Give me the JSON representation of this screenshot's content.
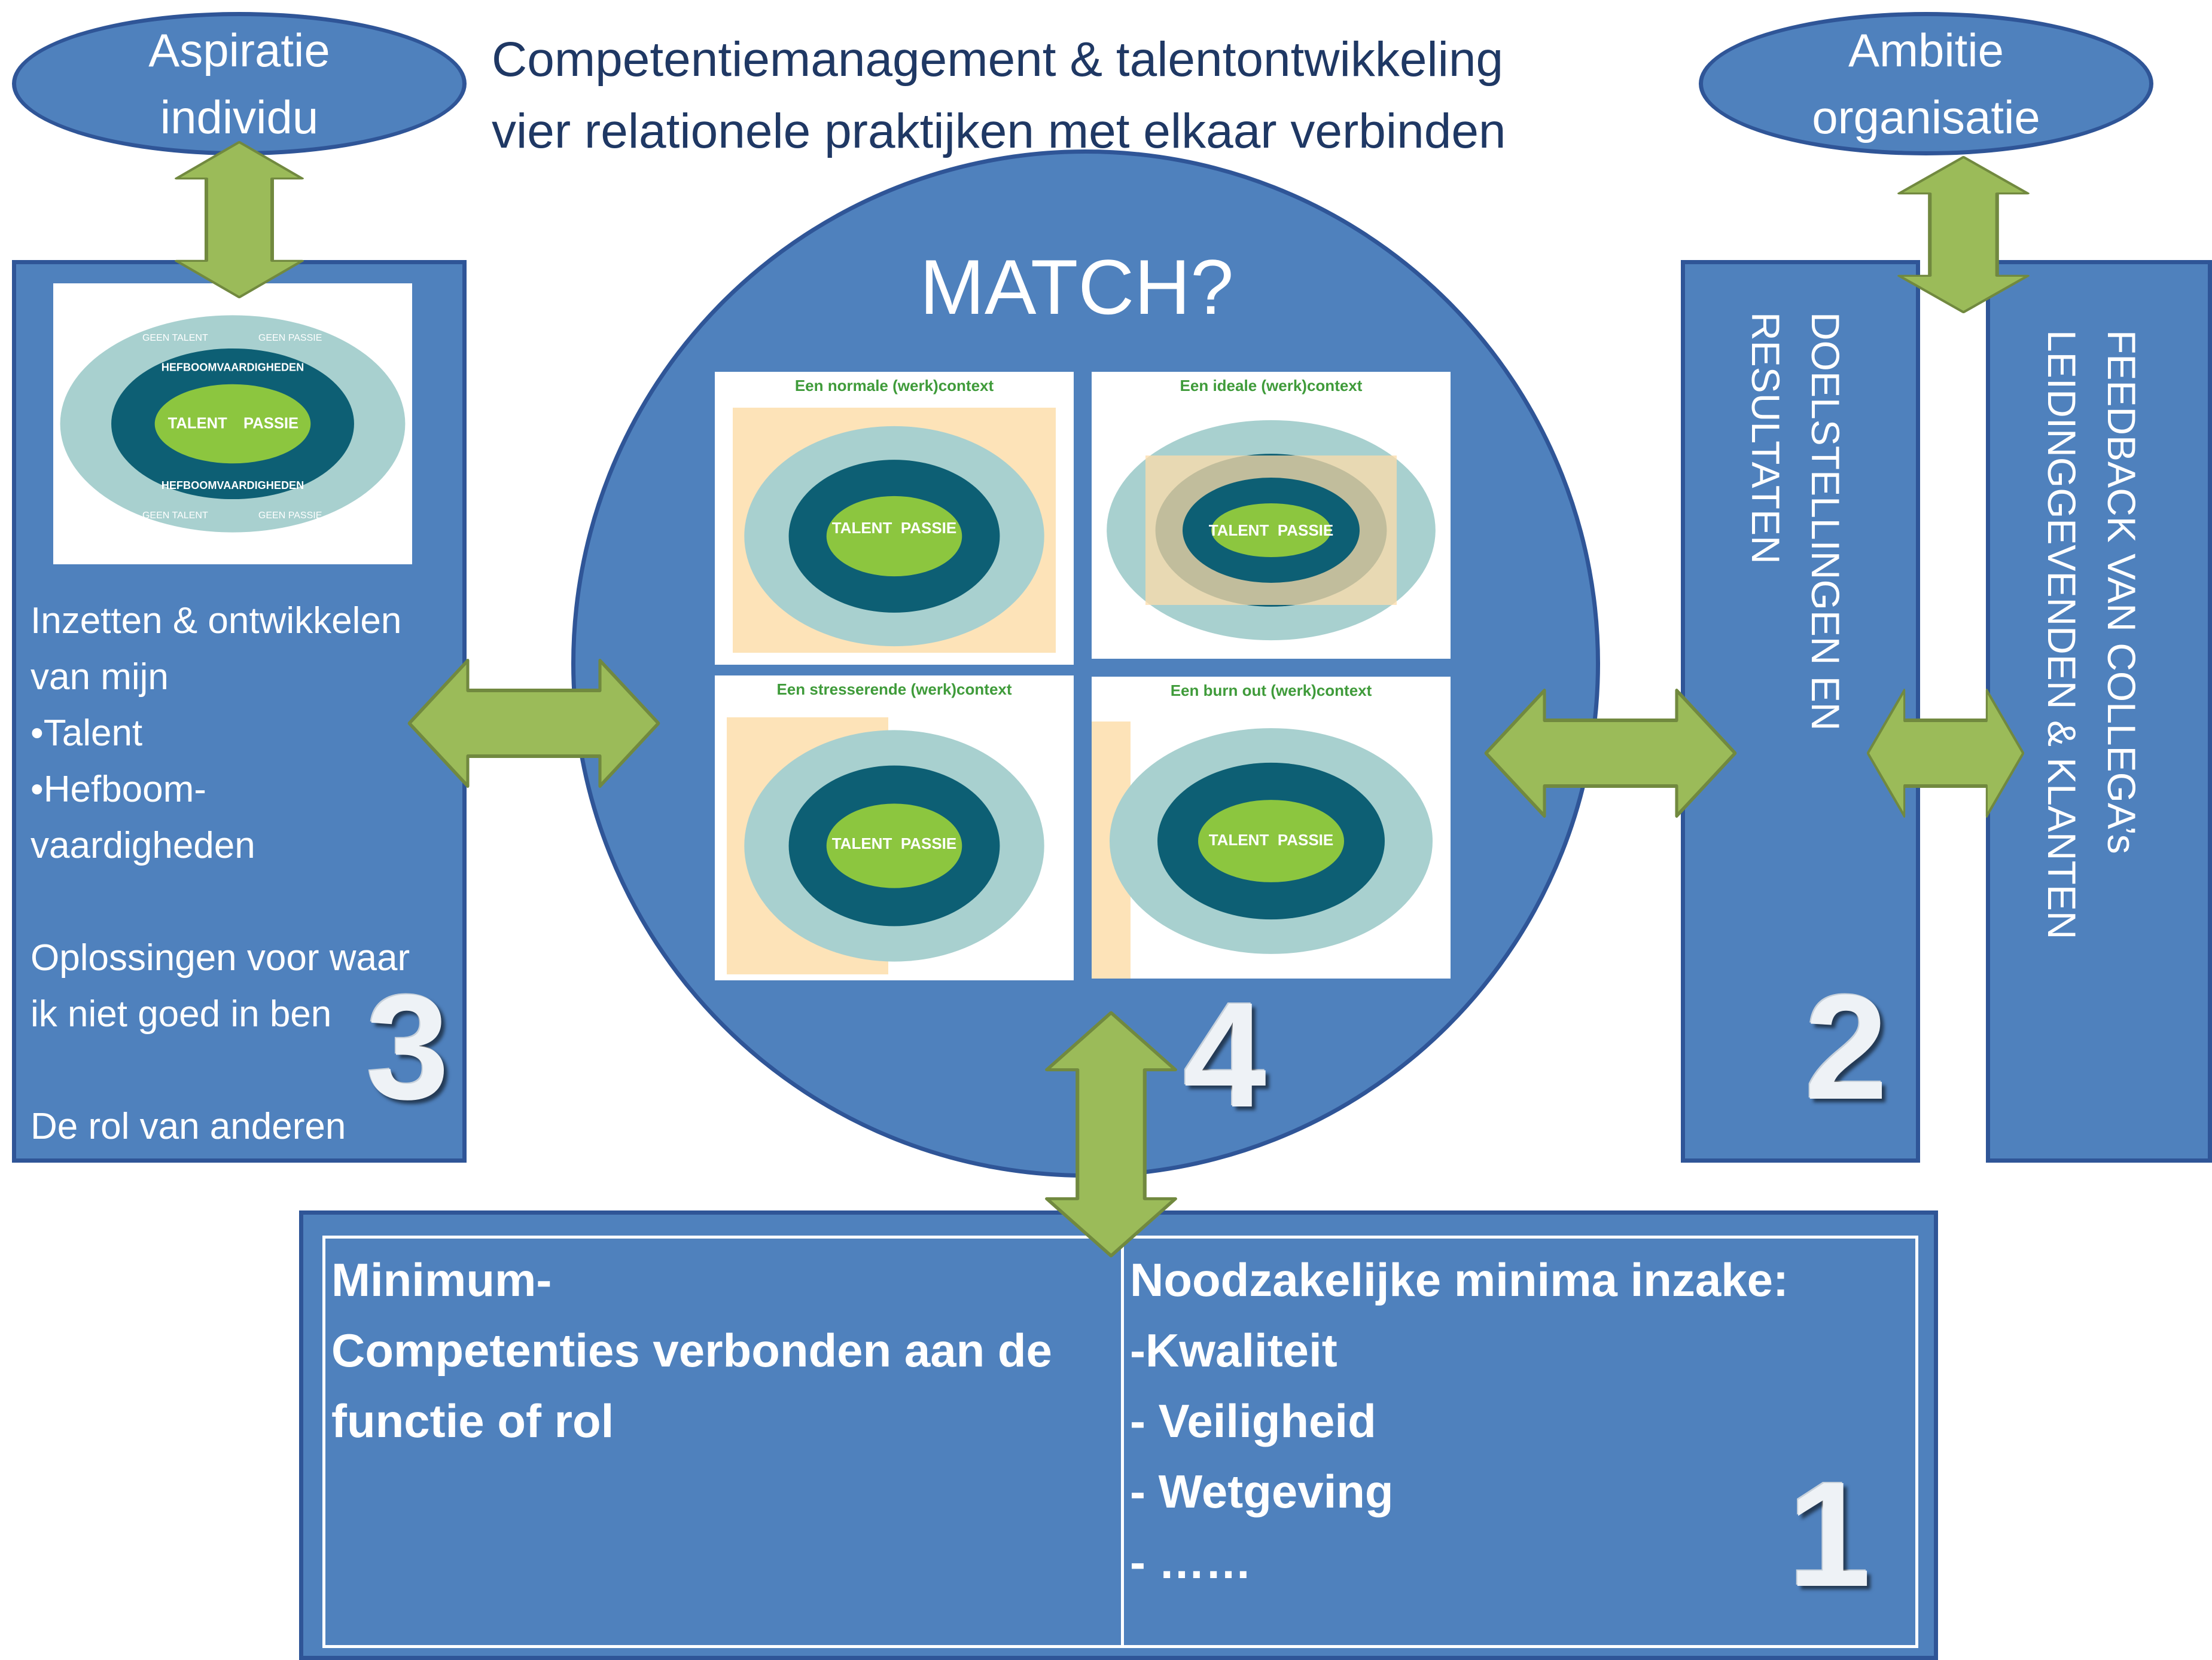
{
  "colors": {
    "panel": "#4f81bd",
    "panel_border": "#2f5597",
    "arrow": "#9bbb59",
    "arrow_border": "#71893f",
    "title": "#1f3864"
  },
  "title": {
    "line1": "Competentiemanagement & talentontwikkeling",
    "line2": "vier relationele praktijken met elkaar verbinden"
  },
  "aspiratie": {
    "line1": "Aspiratie",
    "line2": "individu"
  },
  "ambitie": {
    "line1": "Ambitie",
    "line2": "organisatie"
  },
  "left_panel": {
    "line1": "Inzetten & ontwikkelen",
    "line2": "van mijn",
    "line3": "•Talent",
    "line4": "•Hefboom-",
    "line5": "vaardigheden",
    "line6": "Oplossingen voor waar",
    "line7": "ik niet goed in ben",
    "line8": "De rol van anderen",
    "number": "3"
  },
  "center": {
    "heading": "MATCH?",
    "number": "4",
    "quadrants": [
      {
        "title": "Een normale (werk)context"
      },
      {
        "title": "Een ideale (werk)context"
      },
      {
        "title": "Een stresserende (werk)context"
      },
      {
        "title": "Een burn out (werk)context"
      }
    ]
  },
  "talent_model": {
    "outer_top_left": "GEEN TALENT",
    "outer_top_right": "GEEN PASSIE",
    "middle": "HEFBOOMVAARDIGHEDEN",
    "core_left": "TALENT",
    "core_right": "PASSIE"
  },
  "right_panel_1": {
    "line1": "DOELSTELLINGEN EN",
    "line2": "RESULTATEN",
    "number": "2"
  },
  "right_panel_2": {
    "line1": "FEEDBACK VAN COLLEGA’s",
    "line2": "LEIDINGGEVENDEN & KLANTEN"
  },
  "bottom": {
    "left_line1": "Minimum-",
    "left_line2": "Competenties verbonden aan de",
    "left_line3": "functie of rol",
    "right_line1": "Noodzakelijke minima inzake:",
    "right_line2": "-Kwaliteit",
    "right_line3": "- Veiligheid",
    "right_line4": "- Wetgeving",
    "right_line5": "- ……",
    "number": "1"
  }
}
